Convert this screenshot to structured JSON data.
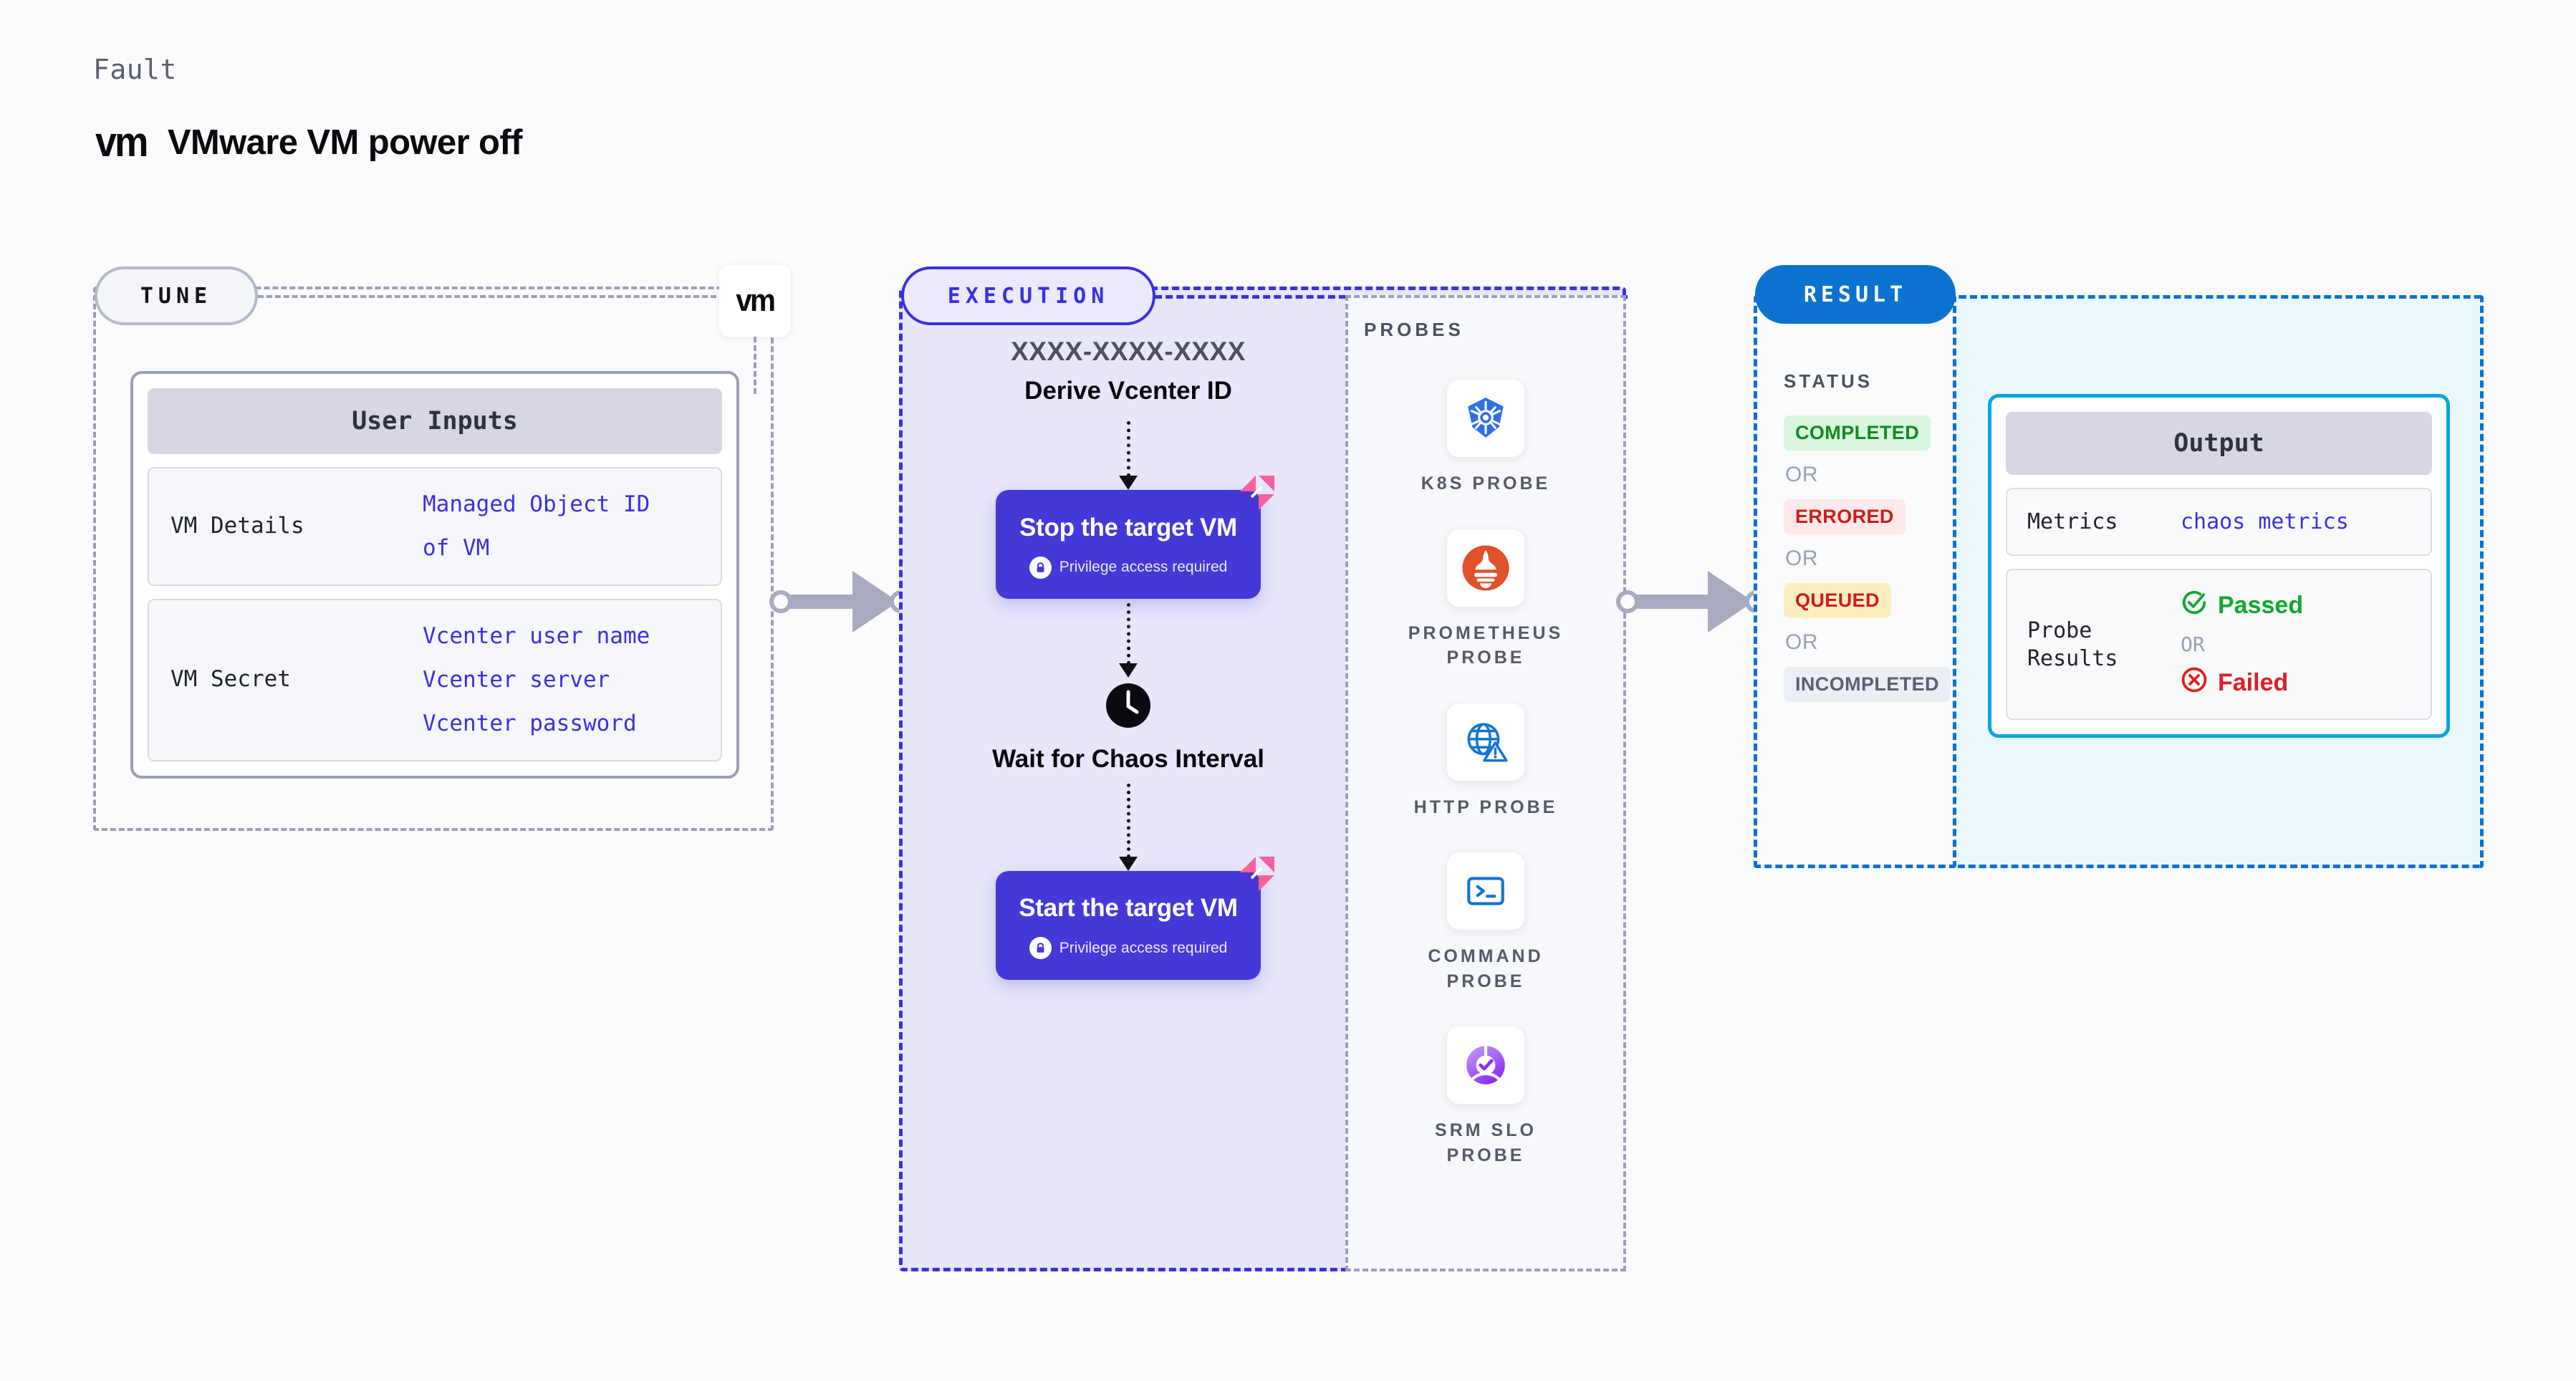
{
  "header": {
    "kicker": "Fault",
    "logo_text": "vm",
    "title": "VMware VM power off"
  },
  "tune": {
    "badge": "TUNE",
    "logo_text": "vm",
    "card_title": "User Inputs",
    "rows": [
      {
        "label": "VM Details",
        "values": [
          "Managed Object ID",
          "of VM"
        ]
      },
      {
        "label": "VM Secret",
        "values": [
          "Vcenter user name",
          "Vcenter server",
          "Vcenter password"
        ]
      }
    ]
  },
  "execution": {
    "badge": "EXECUTION",
    "flow_id": "XXXX-XXXX-XXXX",
    "flow_id_label": "Derive Vcenter ID",
    "steps": [
      {
        "title": "Stop the target VM",
        "note": "Privilege access required",
        "icon": "lock-icon",
        "badge_icon": "chaos-corner-badge"
      },
      {
        "title": "Wait for Chaos\nInterval",
        "icon": "clock-icon"
      },
      {
        "title": "Start the target VM",
        "note": "Privilege access required",
        "icon": "lock-icon",
        "badge_icon": "chaos-corner-badge"
      }
    ]
  },
  "probes": {
    "title": "PROBES",
    "items": [
      {
        "name": "K8S  PROBE",
        "icon": "kubernetes-icon"
      },
      {
        "name": "PROMETHEUS\nPROBE",
        "icon": "prometheus-icon"
      },
      {
        "name": "HTTP  PROBE",
        "icon": "http-globe-icon"
      },
      {
        "name": "COMMAND\nPROBE",
        "icon": "terminal-icon"
      },
      {
        "name": "SRM  SLO\nPROBE",
        "icon": "srm-slo-icon"
      }
    ]
  },
  "result": {
    "badge": "RESULT",
    "status_title": "STATUS",
    "or_label": "OR",
    "statuses": [
      {
        "label": "COMPLETED",
        "bg": "#d9f5de",
        "color": "#108b21"
      },
      {
        "label": "ERRORED",
        "bg": "#fde9e9",
        "color": "#cf1b1b"
      },
      {
        "label": "QUEUED",
        "bg": "#fdeec2",
        "color": "#cf1b1b"
      },
      {
        "label": "INCOMPLETED",
        "bg": "#eceef5",
        "color": "#5b6072"
      }
    ],
    "output": {
      "title": "Output",
      "metrics_label": "Metrics",
      "metrics_value": "chaos metrics",
      "probe_results_label": "Probe\nResults",
      "passed_label": "Passed",
      "failed_label": "Failed",
      "or_label": "OR"
    }
  },
  "colors": {
    "accent_indigo": "#4438d7",
    "accent_blue": "#0b72d0",
    "accent_cyan": "#06a5e4",
    "pink_badge": "#fb5f9a",
    "page_bg": "#fbfbfd"
  }
}
